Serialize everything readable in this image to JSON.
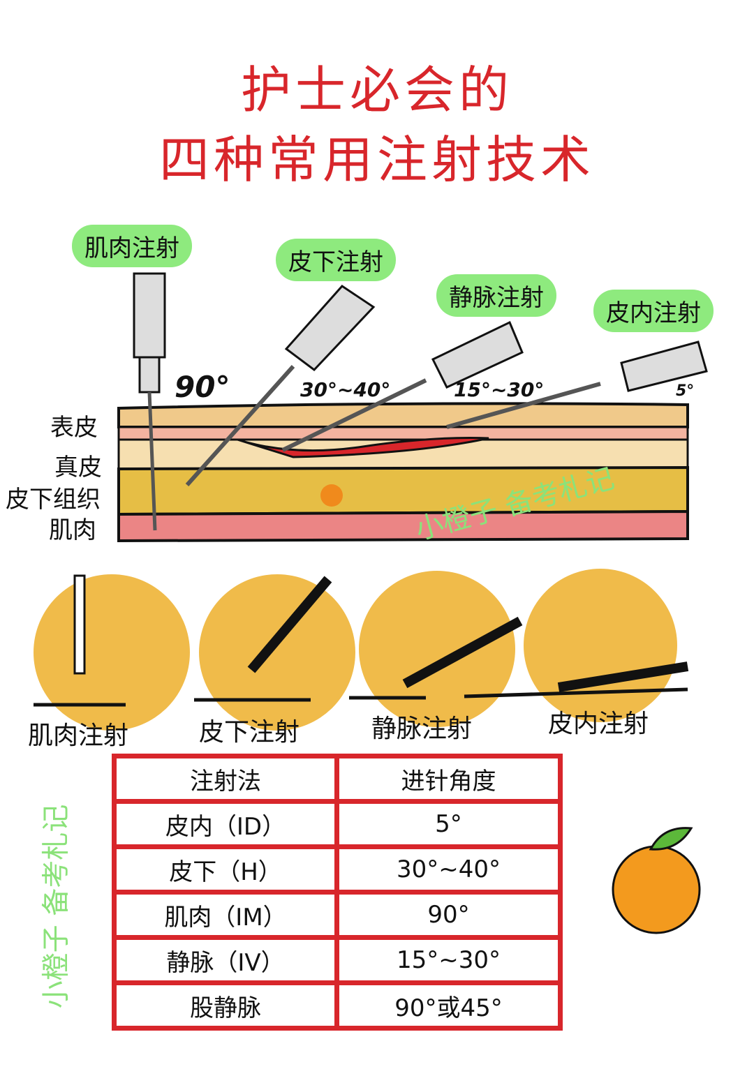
{
  "title": {
    "line1": "护士必会的",
    "line2": "四种常用注射技术"
  },
  "injections": [
    {
      "label": "肌肉注射",
      "angle": "90°"
    },
    {
      "label": "皮下注射",
      "angle": "30°~40°"
    },
    {
      "label": "静脉注射",
      "angle": "15°~30°"
    },
    {
      "label": "皮内注射",
      "angle": "5°"
    }
  ],
  "layers": [
    "表皮",
    "真皮",
    "皮下组织",
    "肌肉"
  ],
  "hand_captions": [
    "肌肉注射",
    "皮下注射",
    "静脉注射",
    "皮内注射"
  ],
  "table": {
    "headers": [
      "注射法",
      "进针角度"
    ],
    "rows": [
      [
        "皮内（ID）",
        "5°"
      ],
      [
        "皮下（H）",
        "30°~40°"
      ],
      [
        "肌肉（IM）",
        "90°"
      ],
      [
        "静脉（IV）",
        "15°~30°"
      ],
      [
        "股静脉",
        "90°或45°"
      ]
    ]
  },
  "watermark": "小橙子 备考札记",
  "colors": {
    "title": "#d8262b",
    "pill": "#8eea7e",
    "circle": "#f0bb4a",
    "table_border": "#d8262b"
  }
}
